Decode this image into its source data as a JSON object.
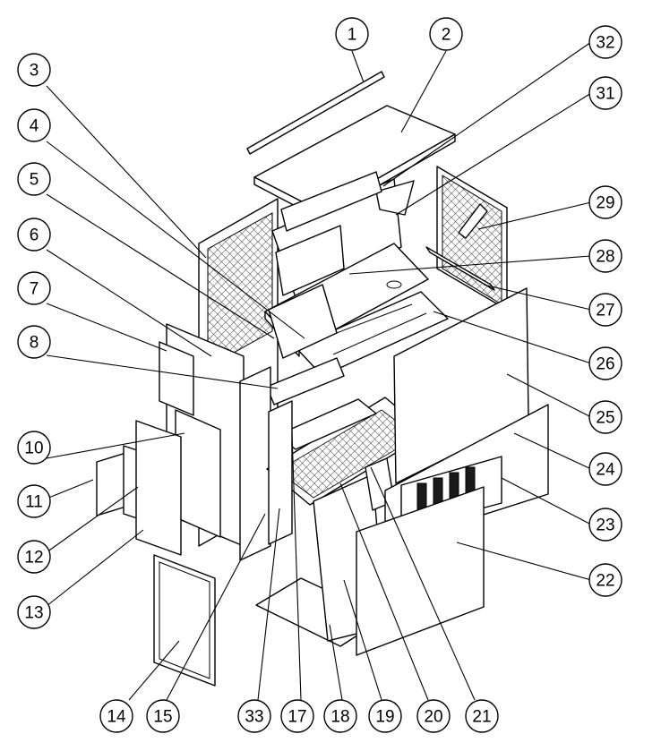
{
  "figure": "exploded-view",
  "callouts": [
    {
      "id": "1",
      "label": "1"
    },
    {
      "id": "2",
      "label": "2"
    },
    {
      "id": "3",
      "label": "3"
    },
    {
      "id": "4",
      "label": "4"
    },
    {
      "id": "5",
      "label": "5"
    },
    {
      "id": "6",
      "label": "6"
    },
    {
      "id": "7",
      "label": "7"
    },
    {
      "id": "8",
      "label": "8"
    },
    {
      "id": "10",
      "label": "10"
    },
    {
      "id": "11",
      "label": "11"
    },
    {
      "id": "12",
      "label": "12"
    },
    {
      "id": "13",
      "label": "13"
    },
    {
      "id": "14",
      "label": "14"
    },
    {
      "id": "15",
      "label": "15"
    },
    {
      "id": "33",
      "label": "33"
    },
    {
      "id": "17",
      "label": "17"
    },
    {
      "id": "18",
      "label": "18"
    },
    {
      "id": "19",
      "label": "19"
    },
    {
      "id": "20",
      "label": "20"
    },
    {
      "id": "21",
      "label": "21"
    },
    {
      "id": "22",
      "label": "22"
    },
    {
      "id": "23",
      "label": "23"
    },
    {
      "id": "24",
      "label": "24"
    },
    {
      "id": "25",
      "label": "25"
    },
    {
      "id": "26",
      "label": "26"
    },
    {
      "id": "27",
      "label": "27"
    },
    {
      "id": "28",
      "label": "28"
    },
    {
      "id": "29",
      "label": "29"
    },
    {
      "id": "31",
      "label": "31"
    },
    {
      "id": "32",
      "label": "32"
    }
  ]
}
